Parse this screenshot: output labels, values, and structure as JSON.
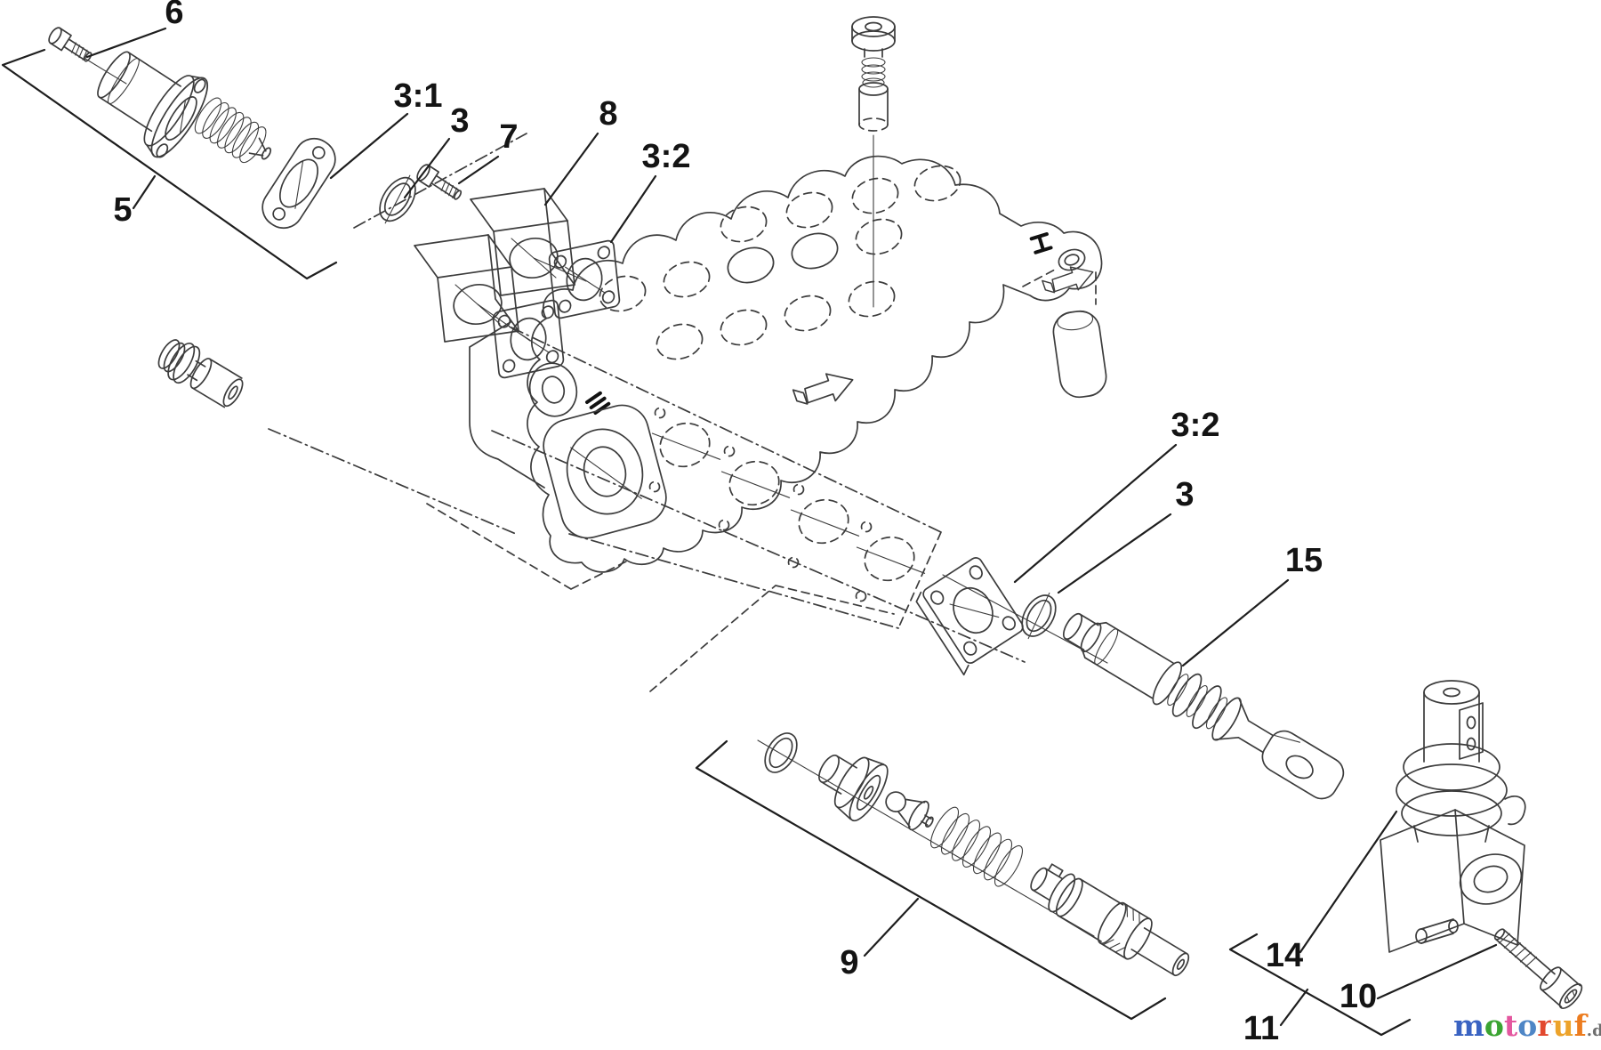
{
  "diagram": {
    "background": "#ffffff",
    "line_color": "#3c3c3c",
    "callout_color": "#141414",
    "callouts": [
      {
        "id": "c6",
        "label": "6"
      },
      {
        "id": "c5",
        "label": "5"
      },
      {
        "id": "c3-1",
        "label": "3:1"
      },
      {
        "id": "c3a",
        "label": "3"
      },
      {
        "id": "c7",
        "label": "7"
      },
      {
        "id": "c8",
        "label": "8"
      },
      {
        "id": "c3-2a",
        "label": "3:2"
      },
      {
        "id": "c3-2b",
        "label": "3:2"
      },
      {
        "id": "c3b",
        "label": "3"
      },
      {
        "id": "c15",
        "label": "15"
      },
      {
        "id": "c9",
        "label": "9"
      },
      {
        "id": "c14",
        "label": "14"
      },
      {
        "id": "c10",
        "label": "10"
      },
      {
        "id": "c11",
        "label": "11"
      }
    ]
  },
  "watermark": {
    "word": "motoruf",
    "suffix": ".de",
    "suffix_color": "#6e6e6e",
    "letters": [
      {
        "ch": "m",
        "color": "#3a63c2"
      },
      {
        "ch": "o",
        "color": "#3ba432"
      },
      {
        "ch": "t",
        "color": "#e4579f"
      },
      {
        "ch": "o",
        "color": "#4f86c6"
      },
      {
        "ch": "r",
        "color": "#e2492f"
      },
      {
        "ch": "u",
        "color": "#eda32a"
      },
      {
        "ch": "f",
        "color": "#ec7c1f"
      }
    ]
  }
}
